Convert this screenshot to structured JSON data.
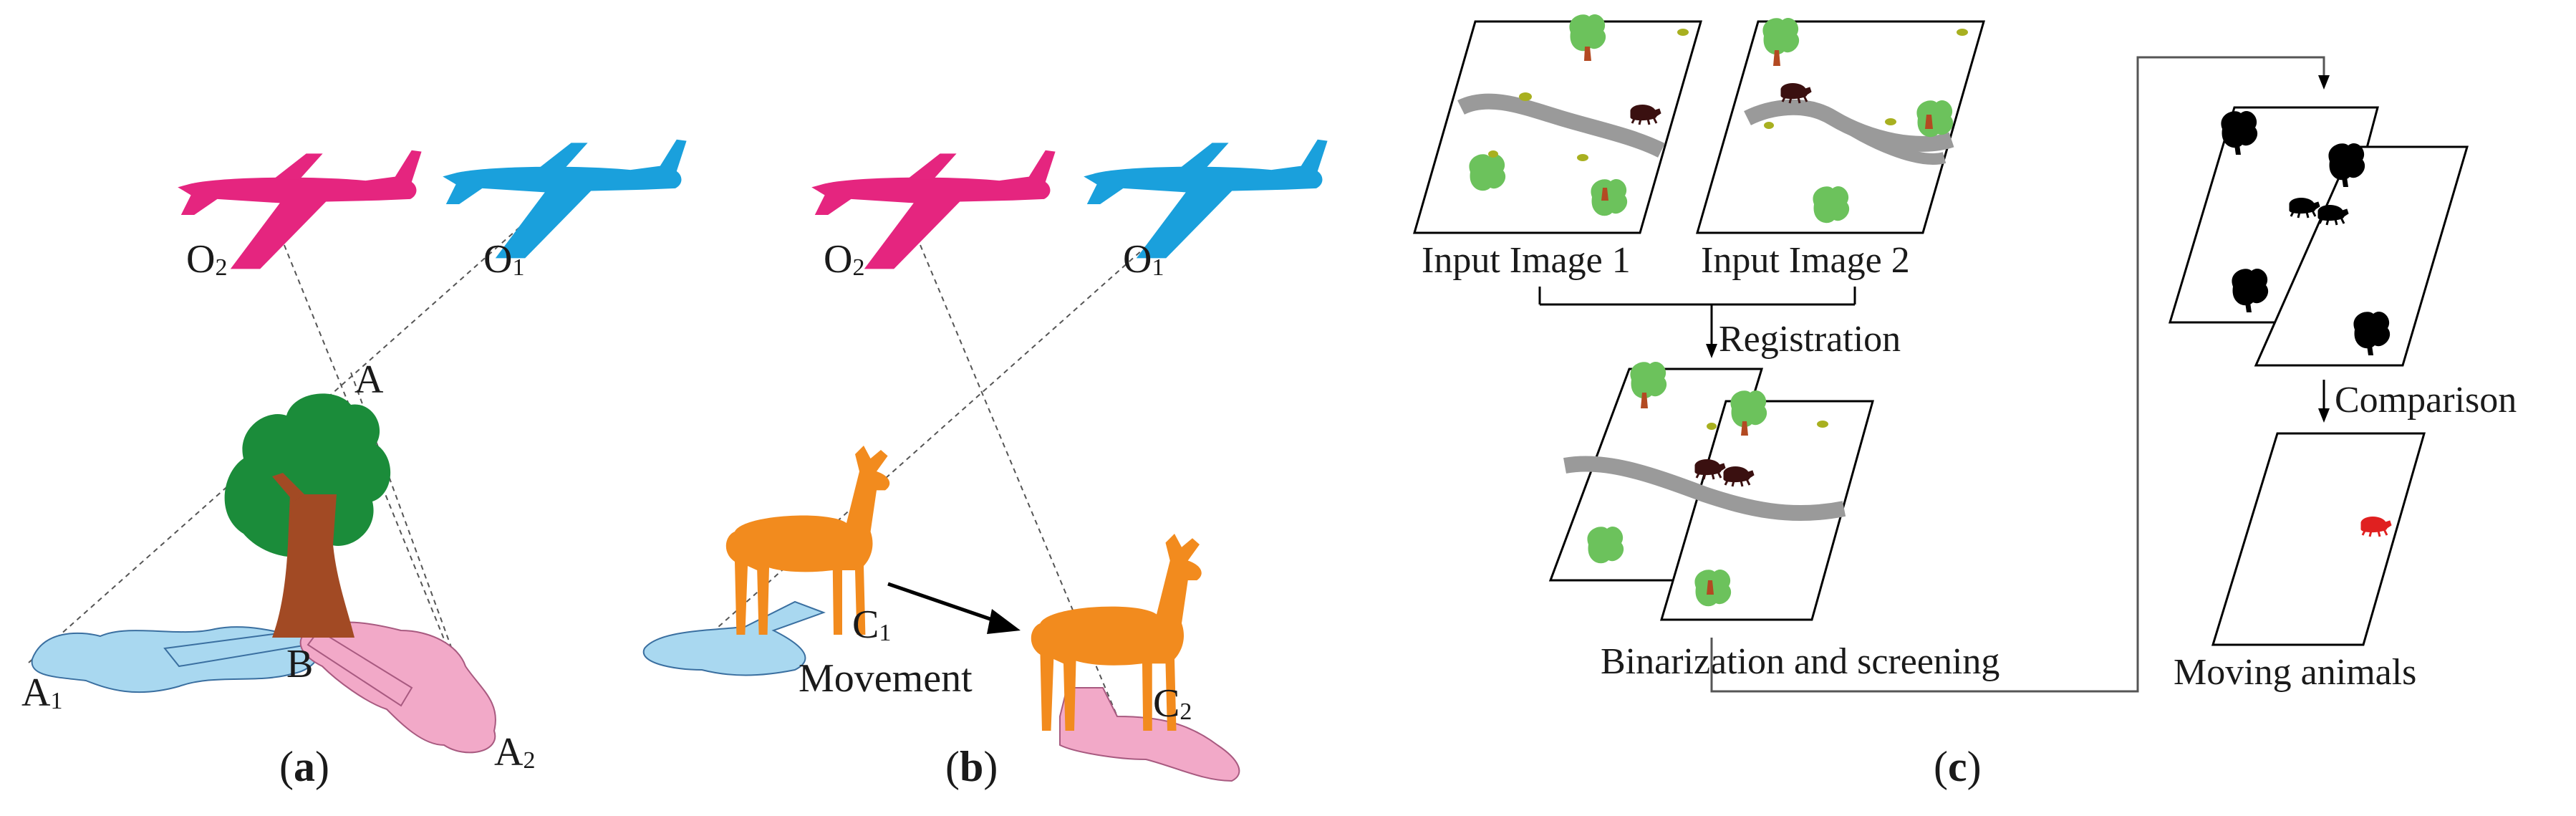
{
  "panels": {
    "a": {
      "label_open": "(",
      "label_letter": "a",
      "label_close": ")",
      "points": {
        "o2": {
          "base": "O",
          "sub": "2"
        },
        "o1": {
          "base": "O",
          "sub": "1"
        },
        "a": "A",
        "b": "B",
        "a1": {
          "base": "A",
          "sub": "1"
        },
        "a2": {
          "base": "A",
          "sub": "2"
        }
      }
    },
    "b": {
      "label_open": "(",
      "label_letter": "b",
      "label_close": ")",
      "points": {
        "o2": {
          "base": "O",
          "sub": "2"
        },
        "o1": {
          "base": "O",
          "sub": "1"
        },
        "c1": {
          "base": "C",
          "sub": "1"
        },
        "c2": {
          "base": "C",
          "sub": "2"
        }
      },
      "movement": "Movement"
    },
    "c": {
      "label_open": "(",
      "label_letter": "c",
      "label_close": ")",
      "input1": "Input Image 1",
      "input2": "Input Image 2",
      "registration": "Registration",
      "binarization": "Binarization and screening",
      "comparison": "Comparison",
      "moving": "Moving animals"
    }
  },
  "colors": {
    "plane_o2": "#e5257f",
    "plane_o1": "#1aa0dc",
    "tree_crown": "#1b8c3a",
    "tree_trunk": "#a24a24",
    "shadow_blue": "#a9d8f0",
    "shadow_pink": "#f2a9c8",
    "animal": "#f28b1e",
    "road": "#9a9a9a",
    "mini_tree": "#6cc25c",
    "moving_animal": "#e02020"
  }
}
